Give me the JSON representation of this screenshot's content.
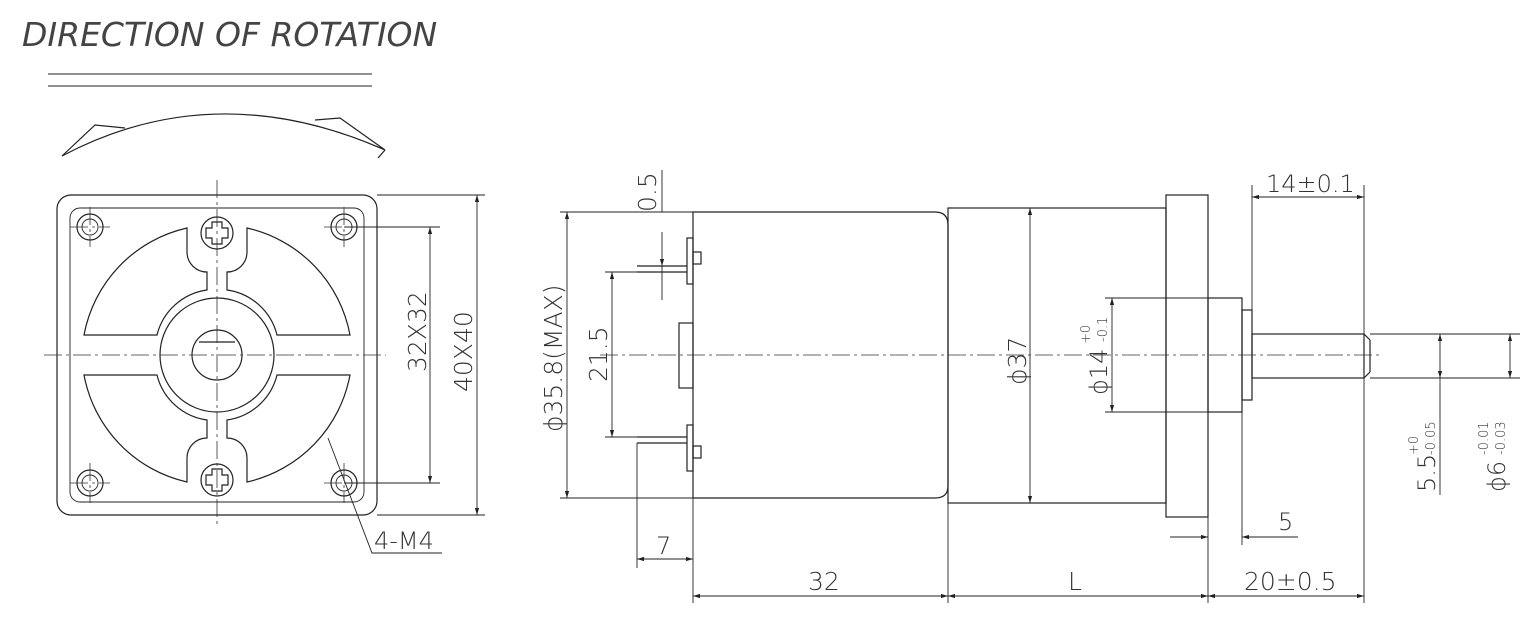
{
  "title": "DIRECTION OF ROTATION",
  "front_view": {
    "hole_spacing": "32X32",
    "flange_size": "40X40",
    "thread_callout": "4-M4"
  },
  "side_view": {
    "terminal_offset": "0.5",
    "terminal_spacing": "21.5",
    "motor_diameter": "ϕ35.8(MAX)",
    "gearbox_diameter": "ϕ37",
    "boss_diameter": "ϕ14",
    "boss_tol_upper": "+0",
    "boss_tol_lower": "-0.1",
    "shaft_length": "14±0.1",
    "flat_width": "5.5",
    "flat_tol_upper": "+0",
    "flat_tol_lower": "-0.05",
    "shaft_diameter": "ϕ6",
    "shaft_tol_upper": "-0.01",
    "shaft_tol_lower": "-0.03",
    "boss_height": "5",
    "terminal_length": "7",
    "motor_length": "32",
    "gearbox_length": "L",
    "shaft_total": "20±0.5"
  }
}
